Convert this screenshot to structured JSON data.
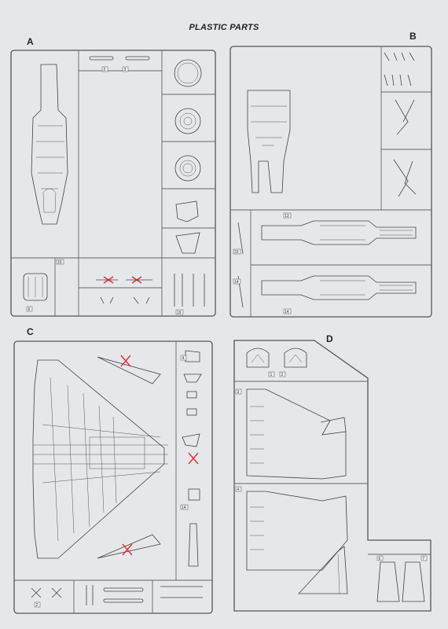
{
  "header": {
    "small_text": "",
    "title": "PLASTIC PARTS"
  },
  "sprues": {
    "A": {
      "label": "A"
    },
    "B": {
      "label": "B"
    },
    "C": {
      "label": "C"
    },
    "D": {
      "label": "D"
    }
  },
  "colors": {
    "background": "#e6e7ea",
    "line": "#555555",
    "removal_mark": "#e03030"
  }
}
